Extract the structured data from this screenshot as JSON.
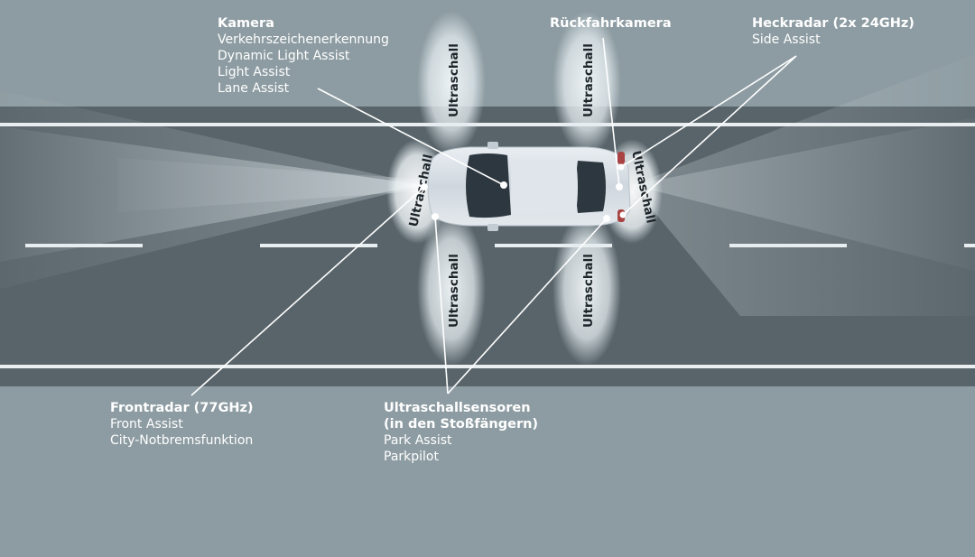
{
  "labels": {
    "kamera": {
      "title": "Kamera",
      "lines": [
        "Verkehrszeichenerkennung",
        "Dynamic Light Assist",
        "Light Assist",
        "Lane Assist"
      ]
    },
    "rueckfahrkamera": {
      "title": "Rückfahrkamera"
    },
    "heckradar": {
      "title": "Heckradar (2x 24GHz)",
      "lines": [
        "Side Assist"
      ]
    },
    "frontradar": {
      "title": "Frontradar (77GHz)",
      "lines": [
        "Front Assist",
        "City-Notbremsfunktion"
      ]
    },
    "ultraschallsensoren": {
      "title_lines": [
        "Ultraschallsensoren",
        "(in den Stoßfängern)"
      ],
      "lines": [
        "Park Assist",
        "Parkpilot"
      ]
    }
  },
  "ultraschall_label": "Ultraschall",
  "colors": {
    "background": "#8d9ca2",
    "road": "#58646a",
    "lane_marking": "#e9eef0",
    "sensor_field": "#dfe8ec",
    "car_body": "#d6dde3",
    "window": "#2d3740",
    "leader_line": "#ffffff",
    "rear_light": "#a94242"
  }
}
